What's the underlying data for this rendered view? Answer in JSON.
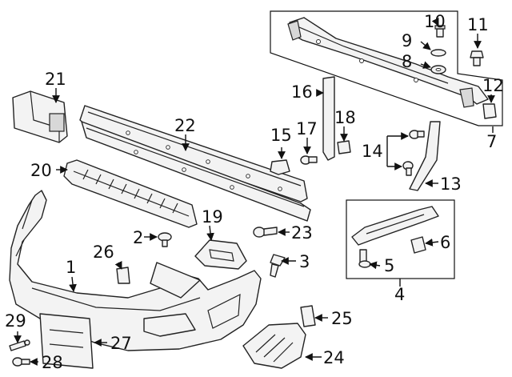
{
  "diagram": {
    "callouts": {
      "c1": "1",
      "c2": "2",
      "c3": "3",
      "c4": "4",
      "c5": "5",
      "c6": "6",
      "c7": "7",
      "c8": "8",
      "c9": "9",
      "c10": "10",
      "c11": "11",
      "c12": "12",
      "c13": "13",
      "c14": "14",
      "c15": "15",
      "c16": "16",
      "c17": "17",
      "c18": "18",
      "c19": "19",
      "c20": "20",
      "c21": "21",
      "c22": "22",
      "c23": "23",
      "c24": "24",
      "c25": "25",
      "c26": "26",
      "c27": "27",
      "c28": "28",
      "c29": "29"
    }
  }
}
